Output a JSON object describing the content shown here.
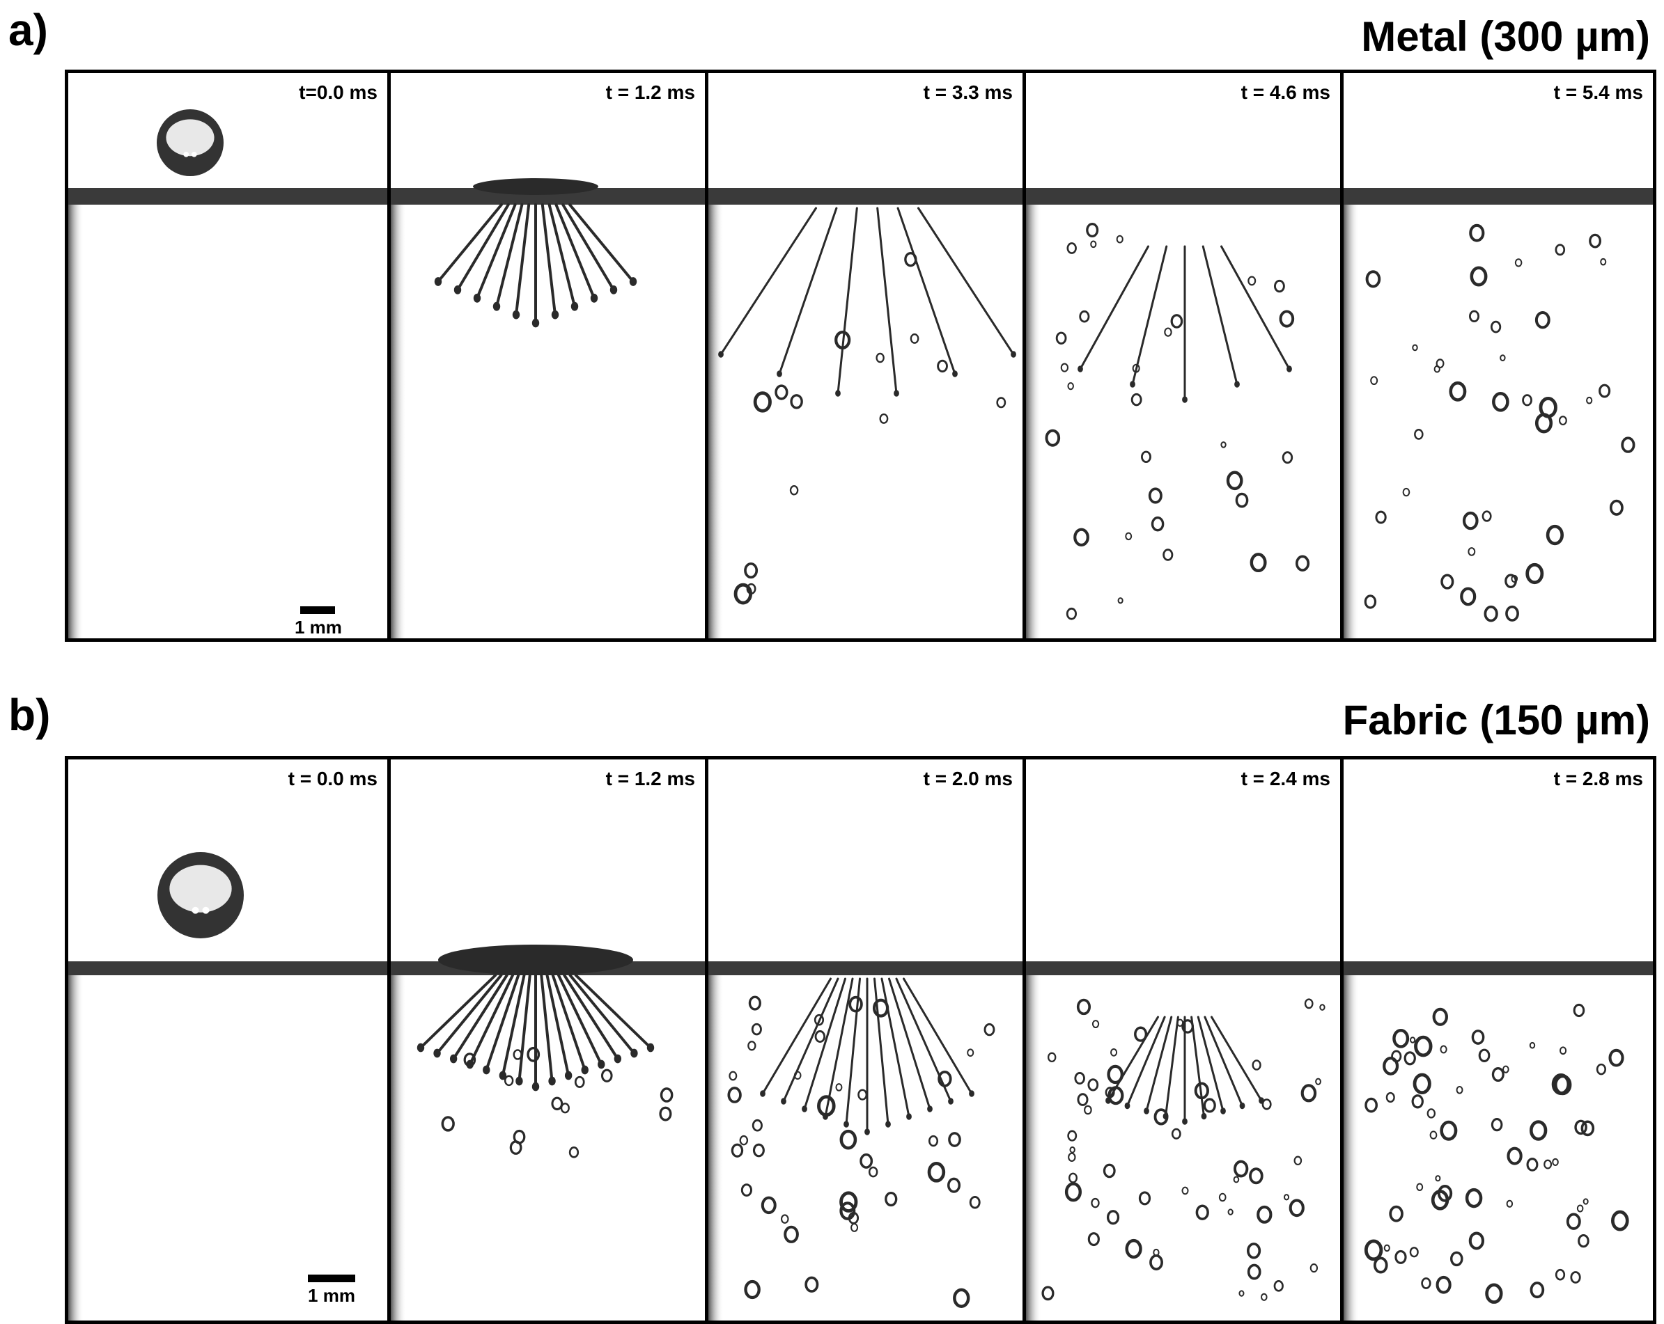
{
  "panels": [
    {
      "letter": "a)",
      "title": "Metal (300 µm)",
      "material": "metal",
      "scale_bar": "1 mm",
      "frames": [
        {
          "time": "t=0.0 ms",
          "stage": "drop"
        },
        {
          "time": "t = 1.2 ms",
          "stage": "spread"
        },
        {
          "time": "t = 3.3 ms",
          "stage": "jets"
        },
        {
          "time": "t = 4.6 ms",
          "stage": "breakup"
        },
        {
          "time": "t = 5.4 ms",
          "stage": "droplets"
        }
      ]
    },
    {
      "letter": "b)",
      "title": "Fabric (150 µm)",
      "material": "fabric",
      "scale_bar": "1 mm",
      "frames": [
        {
          "time": "t = 0.0 ms",
          "stage": "drop"
        },
        {
          "time": "t = 1.2 ms",
          "stage": "spread"
        },
        {
          "time": "t = 2.0 ms",
          "stage": "jets"
        },
        {
          "time": "t = 2.4 ms",
          "stage": "breakup"
        },
        {
          "time": "t = 2.8 ms",
          "stage": "droplets"
        }
      ]
    }
  ],
  "colors": {
    "ink": "#000000",
    "liquid": "#2a2a2a",
    "background": "#ffffff",
    "mesh": "#3a3a3a"
  }
}
